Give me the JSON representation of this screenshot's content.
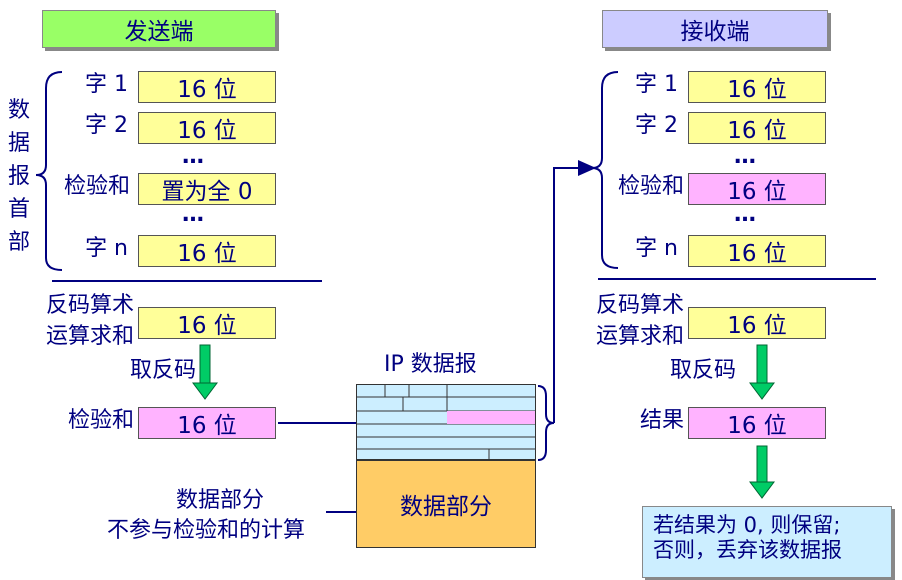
{
  "sender": {
    "title": "发送端",
    "header_label": "数据报首部",
    "header_chars": [
      "数",
      "据",
      "报",
      "首",
      "部"
    ],
    "rows": [
      {
        "label": "字 1",
        "value": "16 位"
      },
      {
        "label": "字 2",
        "value": "16 位"
      },
      {
        "label": "检验和",
        "value": "置为全 0"
      },
      {
        "label": "字 n",
        "value": "16 位"
      }
    ],
    "ellipsis": "…",
    "sum_label_1": "反码算术",
    "sum_label_2": "运算求和",
    "sum_value": "16 位",
    "invert_label": "取反码",
    "checksum_label": "检验和",
    "checksum_value": "16 位"
  },
  "receiver": {
    "title": "接收端",
    "rows": [
      {
        "label": "字 1",
        "value": "16 位"
      },
      {
        "label": "字 2",
        "value": "16 位"
      },
      {
        "label": "检验和",
        "value": "16 位"
      },
      {
        "label": "字 n",
        "value": "16 位"
      }
    ],
    "ellipsis": "…",
    "sum_label_1": "反码算术",
    "sum_label_2": "运算求和",
    "sum_value": "16 位",
    "invert_label": "取反码",
    "result_label": "结果",
    "result_value": "16 位",
    "decision_1": "若结果为 0, 则保留;",
    "decision_2": "否则，丢弃该数据报"
  },
  "datagram": {
    "title": "IP 数据报",
    "data_part": "数据部分",
    "note_1": "数据部分",
    "note_2": "不参与检验和的计算"
  },
  "colors": {
    "sender_title_bg": "#99ff66",
    "receiver_title_bg": "#ccccff",
    "field_bg": "#ffff99",
    "checksum_bg": "#ffb3ff",
    "header_bg": "#cceeff",
    "data_bg": "#ffcc66",
    "arrow_green": "#00cc66",
    "text": "#000080"
  }
}
